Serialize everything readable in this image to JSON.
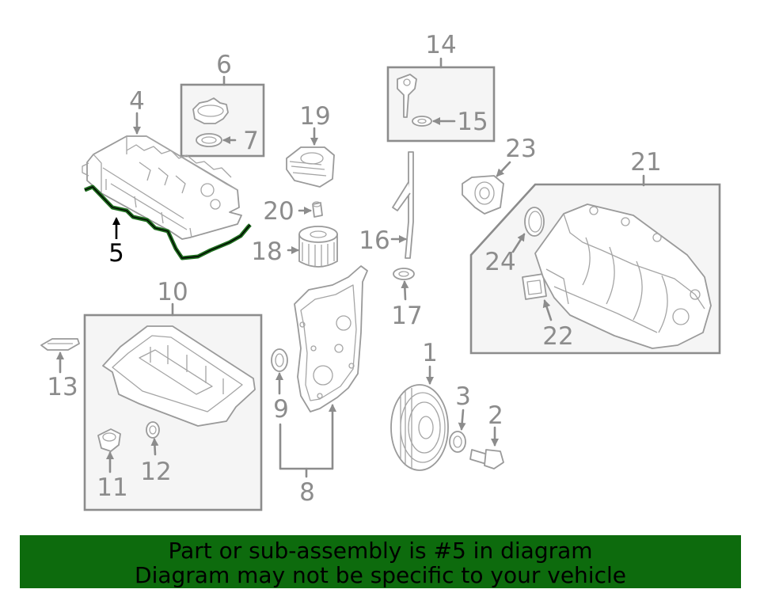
{
  "diagram": {
    "highlight_color": "#1c6b1c",
    "callouts": [
      "1",
      "2",
      "3",
      "4",
      "5",
      "6",
      "7",
      "8",
      "9",
      "10",
      "11",
      "12",
      "13",
      "14",
      "15",
      "16",
      "17",
      "18",
      "19",
      "20",
      "21",
      "22",
      "23",
      "24"
    ],
    "highlighted_callout": "5"
  },
  "banner": {
    "line1": "Part or sub-assembly is #5 in diagram",
    "line2": "Diagram may not be specific to your vehicle",
    "background": "#0d6b0d"
  }
}
